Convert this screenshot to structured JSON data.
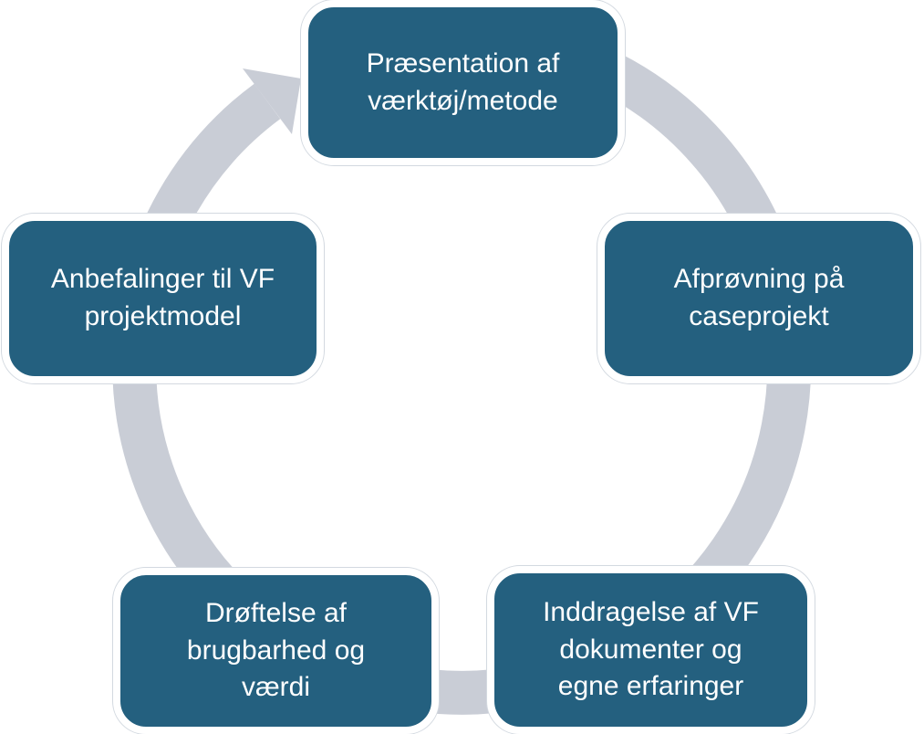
{
  "diagram": {
    "type": "cycle",
    "direction": "clockwise",
    "steps": [
      {
        "label": "Præsentation af værktøj/metode"
      },
      {
        "label": "Afprøvning på caseprojekt"
      },
      {
        "label": "Inddragelse af VF dokumenter og egne erfaringer"
      },
      {
        "label": "Drøftelse af brugbarhed og værdi"
      },
      {
        "label": "Anbefalinger til VF projektmodel"
      }
    ],
    "colors": {
      "node_fill": "#24607F",
      "node_text": "#FFFFFF",
      "ring": "#C9CDD6",
      "background": "#FFFFFF"
    }
  }
}
